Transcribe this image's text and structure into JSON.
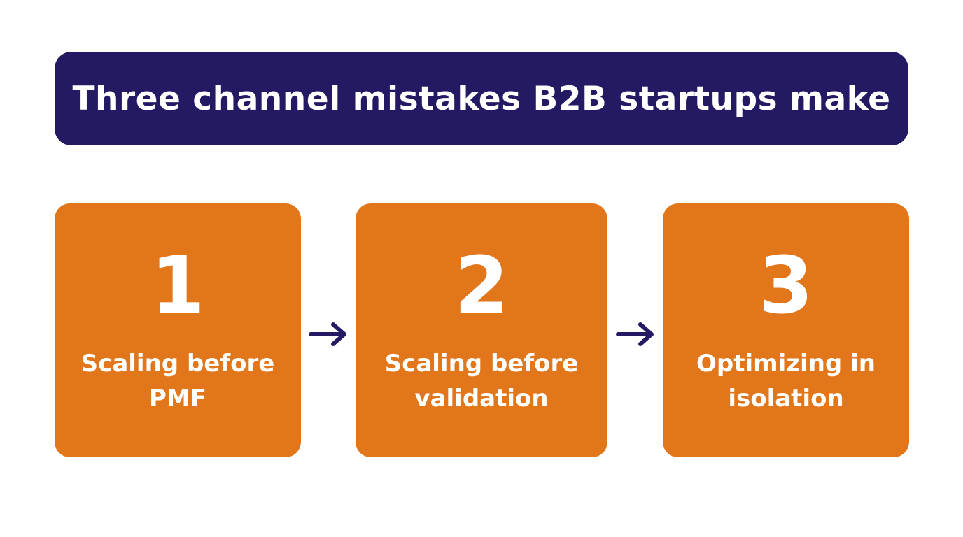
{
  "title": "Three channel mistakes B2B startups make",
  "colors": {
    "banner": "#241a63",
    "card": "#e2761b",
    "arrow": "#241a63",
    "text_on_fill": "#ffffff",
    "background": "#ffffff"
  },
  "steps": [
    {
      "number": "1",
      "label": "Scaling before PMF"
    },
    {
      "number": "2",
      "label": "Scaling before validation"
    },
    {
      "number": "3",
      "label": "Optimizing in isolation"
    }
  ],
  "connectors": [
    {
      "icon": "arrow-right-icon",
      "from": "1",
      "to": "2"
    },
    {
      "icon": "arrow-right-icon",
      "from": "2",
      "to": "3"
    }
  ]
}
